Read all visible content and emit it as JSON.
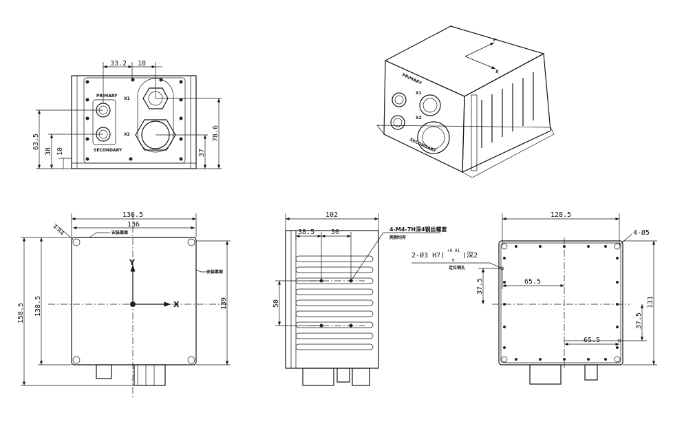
{
  "front_view": {
    "dims": {
      "d1": "33.2",
      "d2": "18",
      "d3": "63.5",
      "d4": "38",
      "d5": "10",
      "d6": "37",
      "d7": "78.6"
    },
    "labels": {
      "primary": "PRIMARY",
      "secondary": "SECONDARY",
      "x1": "X1",
      "x2": "X2"
    }
  },
  "iso_view": {
    "axis_y": "Y",
    "axis_x": "X",
    "primary": "PRIMARY",
    "secondary": "SECONDARY",
    "x1": "X1",
    "x2": "X2"
  },
  "top_view": {
    "dims": {
      "w1": "136.5",
      "w2": "136",
      "h1": "158.5",
      "h2": "138.5",
      "h3": "139"
    },
    "corner_note": "4-R4",
    "mount_face_1": "安装靠面",
    "mount_face_2": "安装靠面",
    "axis_x": "X",
    "axis_y": "Y"
  },
  "side_view": {
    "dims": {
      "w": "102",
      "a": "38.5",
      "b": "30",
      "h": "50"
    },
    "note_main": "4-M4-7H深4钢丝螺套",
    "note_sub": "两侧均有"
  },
  "bottom_view": {
    "dims": {
      "w": "128.5",
      "hole": "4-Ø5",
      "h": "131",
      "a1": "65.5",
      "a2": "37.5",
      "b1": "37.5",
      "b2": "65.5"
    },
    "pin_note_prefix": "2-Ø3 H7(",
    "pin_tol_upper": "+0.01",
    "pin_tol_lower": "0",
    "pin_note_suffix": ")深2",
    "pin_sub": "定位销孔"
  }
}
